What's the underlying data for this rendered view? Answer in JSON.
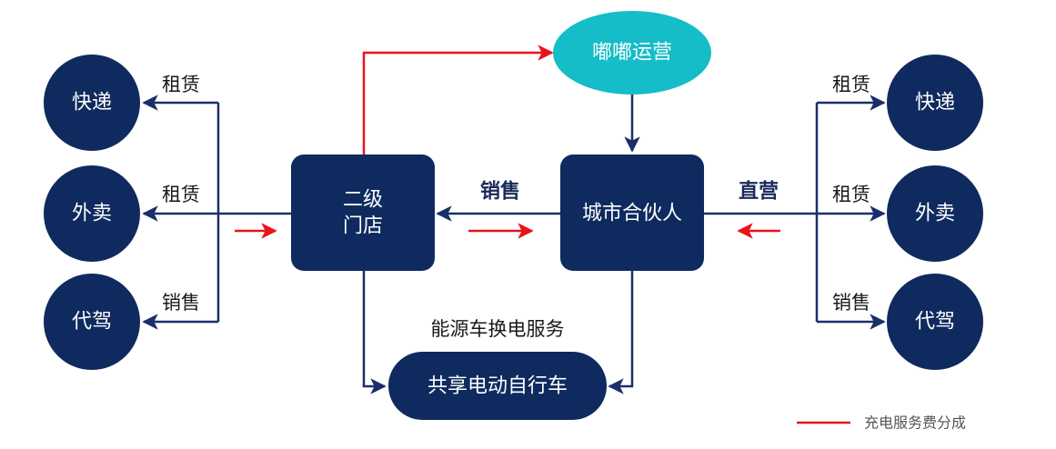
{
  "nodes": {
    "left_kuaidi": "快递",
    "left_waimai": "外卖",
    "left_daijia": "代驾",
    "right_kuaidi": "快递",
    "right_waimai": "外卖",
    "right_daijia": "代驾",
    "store_line1": "二级",
    "store_line2": "门店",
    "partner": "城市合伙人",
    "dudu": "嘟嘟运营",
    "bike": "共享电动自行车"
  },
  "edge_labels": {
    "left_zulin_1": "租赁",
    "left_zulin_2": "租赁",
    "left_xiaoshou": "销售",
    "right_zulin_1": "租赁",
    "right_zulin_2": "租赁",
    "right_xiaoshou": "销售",
    "sales": "销售",
    "direct": "直营",
    "energy_service": "能源车换电服务"
  },
  "legend": {
    "label": "充电服务费分成"
  },
  "colors": {
    "navy": "#0f2a5e",
    "arrow_navy": "#1a2f6a",
    "teal": "#14bdc7",
    "red": "#e8141a"
  }
}
